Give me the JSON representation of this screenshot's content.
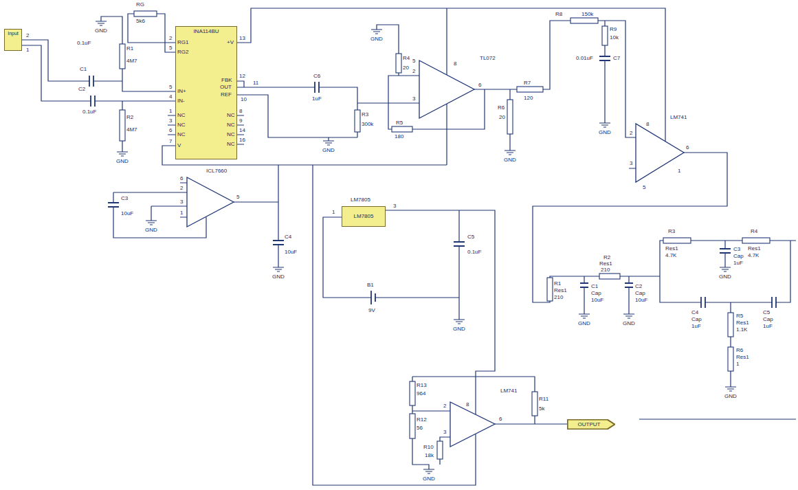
{
  "diagram": {
    "nodes": [
      {
        "text": [
          "Input"
        ]
      },
      {
        "text": [
          "INA114BU"
        ]
      },
      {
        "text": [
          "LM7805"
        ]
      },
      {
        "text": [
          "OUTPUT"
        ]
      }
    ],
    "labels": [
      "2",
      "1",
      "GND",
      "0.1uF",
      "R1",
      "4M7",
      "C1",
      "C2",
      "0.1uF",
      "R2",
      "4M7",
      "GND",
      "RG",
      "5k6",
      "2",
      "5",
      "5",
      "4",
      "1",
      "3",
      "6",
      "7",
      "RG1",
      "RG2",
      "IN+",
      "IN-",
      "NC",
      "NC",
      "NC",
      "V",
      "+V",
      "FBK",
      "OUT",
      "REF",
      "NC",
      "NC",
      "NC",
      "NC",
      "13",
      "12",
      "11",
      "10",
      "8",
      "9",
      "14",
      "16",
      "C6",
      "1uF",
      "R3",
      "300k",
      "GND",
      "GND",
      "R4",
      "20",
      "TL072",
      "5",
      "2",
      "3",
      "8",
      "6",
      "R5",
      "180",
      "R6",
      "20",
      "GND",
      "R7",
      "120",
      "R8",
      "150k",
      "R9",
      "10k",
      "0.01uF",
      "C7",
      "GND",
      "LM741",
      "2",
      "3",
      "8",
      "6",
      "1",
      "5",
      "ICL7660",
      "6",
      "2",
      "3",
      "1",
      "5",
      "C3",
      "10uF",
      "GND",
      "C4",
      "10uF",
      "GND",
      "LM7805",
      "1",
      "3",
      "C5",
      "0.1uF",
      "B1",
      "9V",
      "GND",
      "R3",
      "Res1",
      "4.7K",
      "C3",
      "Cap",
      "1uF",
      "R4",
      "Res1",
      "4.7K",
      "R1",
      "Res1",
      "210",
      "R2",
      "Res1",
      "210",
      "C1",
      "Cap",
      "10uF",
      "C2",
      "Cap",
      "10uF",
      "C4",
      "Cap",
      "1uF",
      "R5",
      "Res1",
      "1.1K",
      "R6",
      "Res1",
      "1",
      "C5",
      "Cap",
      "1uF",
      "GND",
      "GND",
      "GND",
      "GND",
      "R13",
      "964",
      "R12",
      "56",
      "R10",
      "18k",
      "LM741",
      "2",
      "3",
      "8",
      "6",
      "R11",
      "5k",
      "GND"
    ]
  }
}
